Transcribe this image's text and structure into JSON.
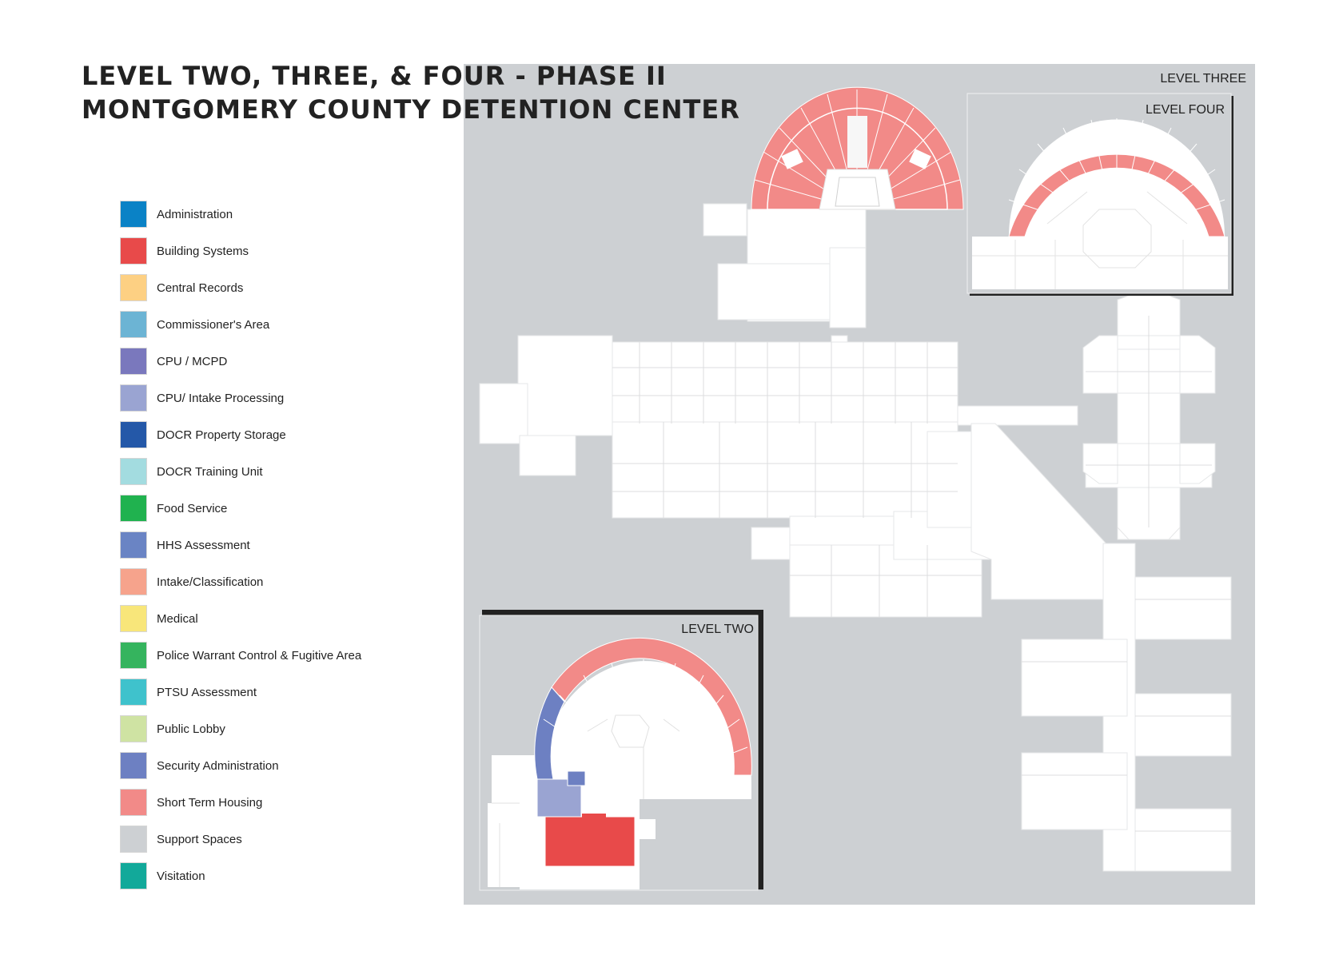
{
  "title": {
    "line1": "LEVEL TWO, THREE, & FOUR - PHASE II",
    "line2": "MONTGOMERY COUNTY DETENTION CENTER"
  },
  "legend": {
    "items": [
      {
        "label": "Administration",
        "color": "#0a82c6"
      },
      {
        "label": "Building Systems",
        "color": "#e84a4a"
      },
      {
        "label": "Central Records",
        "color": "#fdd083"
      },
      {
        "label": "Commissioner's Area",
        "color": "#6cb4d4"
      },
      {
        "label": "CPU / MCPD",
        "color": "#7a78bd"
      },
      {
        "label": "CPU/ Intake Processing",
        "color": "#9aa4d2"
      },
      {
        "label": "DOCR Property Storage",
        "color": "#2458a8"
      },
      {
        "label": "DOCR Training Unit",
        "color": "#a3dce0"
      },
      {
        "label": "Food Service",
        "color": "#20b24f"
      },
      {
        "label": "HHS Assessment",
        "color": "#6a84c4"
      },
      {
        "label": "Intake/Classification",
        "color": "#f6a38c"
      },
      {
        "label": "Medical",
        "color": "#f8e67a"
      },
      {
        "label": "Police Warrant Control & Fugitive Area",
        "color": "#35b45e"
      },
      {
        "label": "PTSU Assessment",
        "color": "#3fc2cc"
      },
      {
        "label": "Public Lobby",
        "color": "#cfe3a3"
      },
      {
        "label": "Security Administration",
        "color": "#6d80c2"
      },
      {
        "label": "Short Term Housing",
        "color": "#f28a88"
      },
      {
        "label": "Support Spaces",
        "color": "#cdd0d3"
      },
      {
        "label": "Visitation",
        "color": "#12a99a"
      }
    ]
  },
  "levels": {
    "level_three": "LEVEL THREE",
    "level_four": "LEVEL FOUR",
    "level_two": "LEVEL TWO"
  }
}
